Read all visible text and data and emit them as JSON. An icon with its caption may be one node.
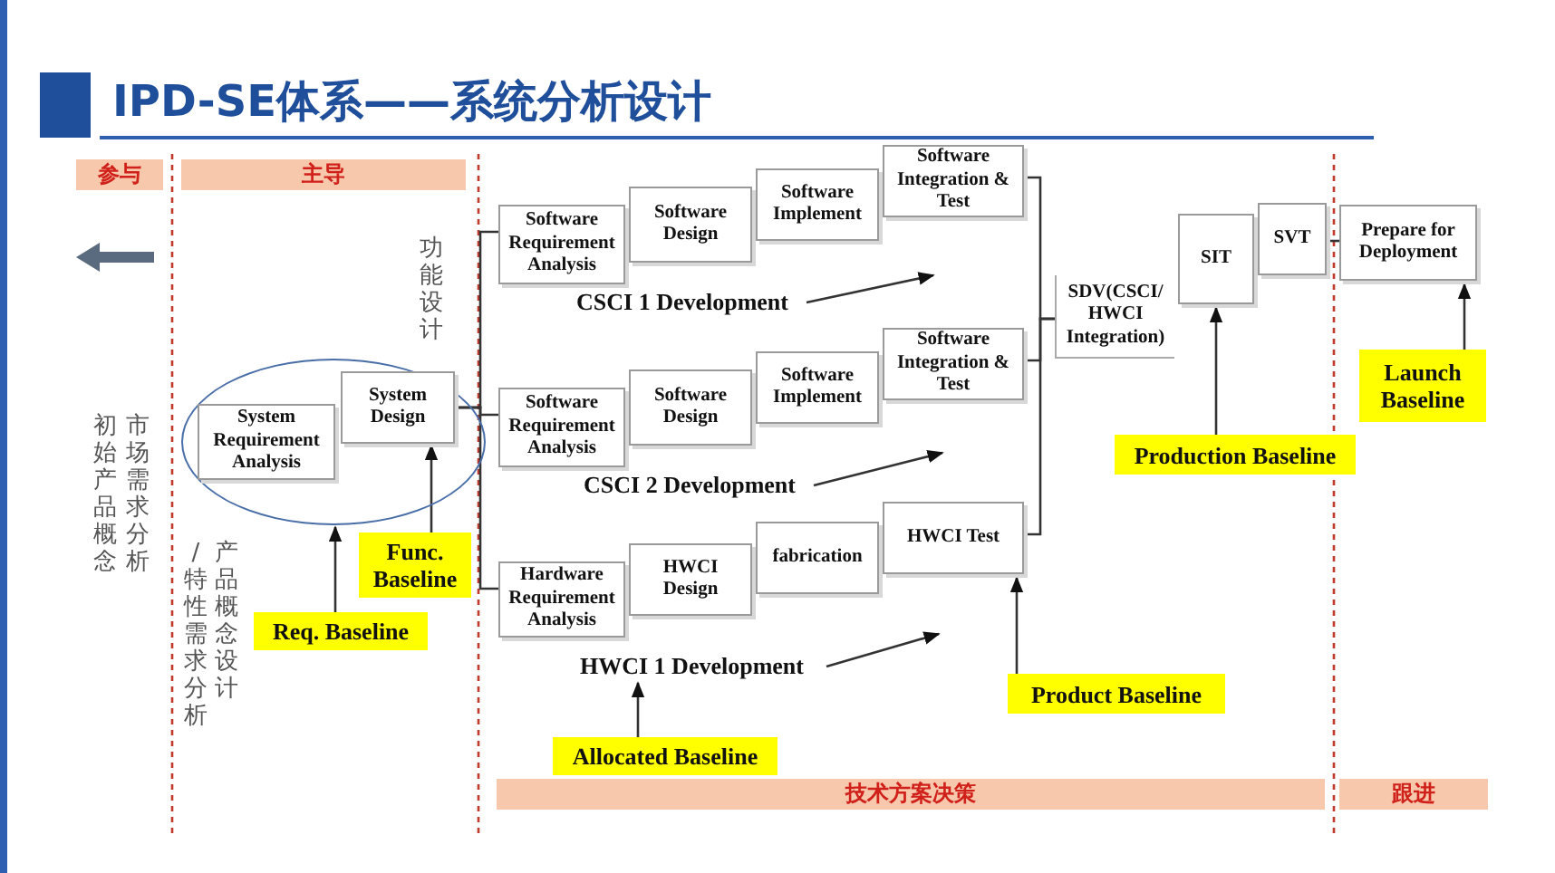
{
  "diagram": {
    "title": "IPD-SE体系——系统分析设计",
    "nodes": [
      {
        "text": [
          "参与"
        ]
      },
      {
        "text": [
          "主导"
        ]
      },
      {
        "text": [
          "技术方案决策"
        ]
      },
      {
        "text": [
          "跟进"
        ]
      },
      {
        "text": [],
        "shape": "ellipse"
      },
      {
        "text": [
          "System Requirement Analysis"
        ],
        "in": 4
      },
      {
        "text": [
          "System Design"
        ],
        "in": 4
      },
      {
        "text": [
          "Software Requirement Analysis"
        ]
      },
      {
        "text": [
          "Software Design"
        ]
      },
      {
        "text": [
          "Software Implement"
        ]
      },
      {
        "text": [
          "Software Integration & Test"
        ]
      },
      {
        "text": [
          "Software Requirement Analysis"
        ]
      },
      {
        "text": [
          "Software Design"
        ]
      },
      {
        "text": [
          "Software Implement"
        ]
      },
      {
        "text": [
          "Software Integration & Test"
        ]
      },
      {
        "text": [
          "Hardware Requirement Analysis"
        ]
      },
      {
        "text": [
          "HWCI Design"
        ]
      },
      {
        "text": [
          "fabrication"
        ]
      },
      {
        "text": [
          "HWCI Test"
        ]
      },
      {
        "text": [
          "SDV(CSCI/ HWCI Integration)"
        ]
      },
      {
        "text": [
          "SIT"
        ]
      },
      {
        "text": [
          "SVT"
        ]
      },
      {
        "text": [
          "Prepare for Deployment"
        ]
      },
      {
        "text": [
          "Req. Baseline"
        ]
      },
      {
        "text": [
          "Func. Baseline"
        ]
      },
      {
        "text": [
          "Allocated Baseline"
        ]
      },
      {
        "text": [
          "Product Baseline"
        ]
      },
      {
        "text": [
          "Production Baseline"
        ]
      },
      {
        "text": [
          "Launch Baseline"
        ]
      },
      {
        "text": [
          "CSCI 1 Development"
        ]
      },
      {
        "text": [
          "CSCI 2 Development"
        ]
      },
      {
        "text": [
          "HWCI 1 Development"
        ]
      }
    ],
    "edges": [
      {
        "from": 6,
        "to": 7,
        "arrow": "none"
      },
      {
        "from": 6,
        "to": 11,
        "arrow": "none"
      },
      {
        "from": 6,
        "to": 15,
        "arrow": "none"
      },
      {
        "from": 10,
        "to": 19,
        "arrow": "none"
      },
      {
        "from": 14,
        "to": 19,
        "arrow": "none"
      },
      {
        "from": 18,
        "to": 19,
        "arrow": "none"
      },
      {
        "from": 21,
        "to": 22,
        "arrow": "none"
      },
      {
        "from": 23,
        "to": 4,
        "arrow": "to"
      },
      {
        "from": 24,
        "to": 6,
        "arrow": "to"
      },
      {
        "from": 25,
        "to": 31,
        "arrow": "to"
      },
      {
        "from": 26,
        "to": 18,
        "arrow": "to"
      },
      {
        "from": 27,
        "to": 20,
        "arrow": "to"
      },
      {
        "from": 28,
        "to": 22,
        "arrow": "to"
      },
      {
        "from": 29,
        "to": null,
        "arrow": "to"
      },
      {
        "from": 30,
        "to": null,
        "arrow": "to"
      },
      {
        "from": 31,
        "to": null,
        "arrow": "to"
      }
    ],
    "labels": [
      "功能设计",
      "市场需求分析",
      "初始产品概念",
      "产品概念设计",
      "/特性需求分析"
    ]
  }
}
